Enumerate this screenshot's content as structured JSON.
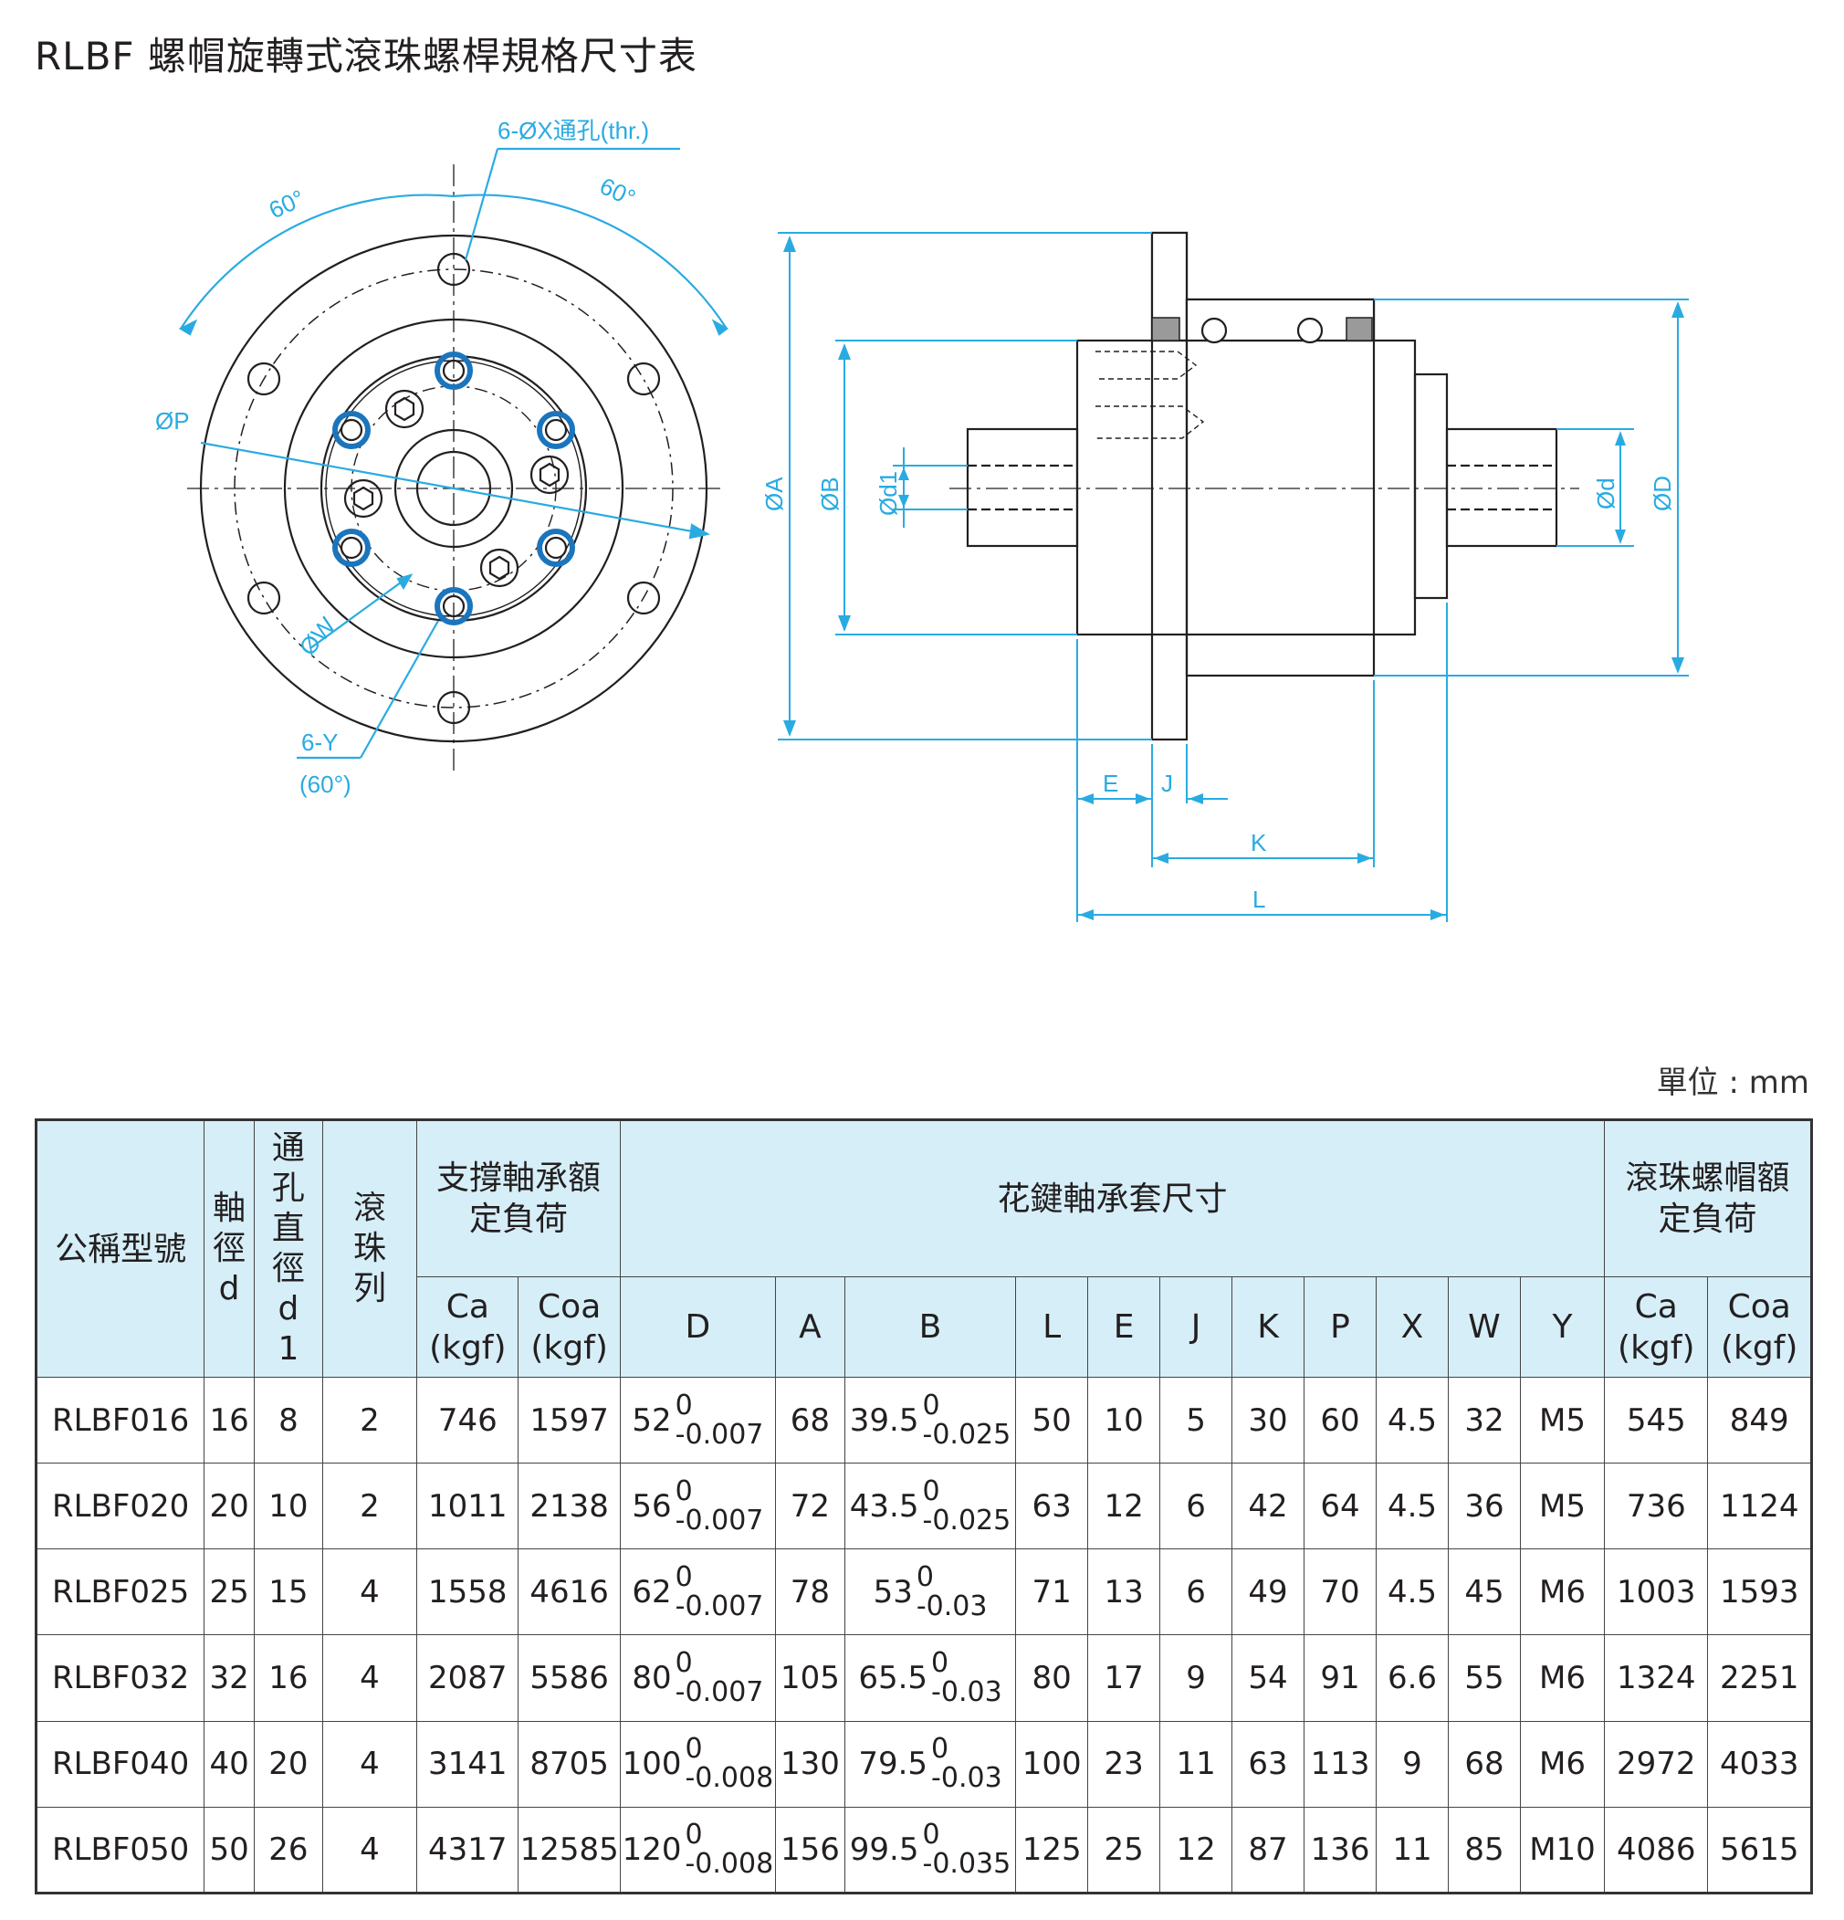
{
  "title": "RLBF 螺帽旋轉式滾珠螺桿規格尺寸表",
  "diagram": {
    "labels": {
      "hole": "6-ØX通孔(thr.)",
      "angle_left": "60°",
      "angle_right": "60°",
      "phi_p": "ØP",
      "phi_w": "ØW",
      "tap": "6-Y",
      "tap_angle": "(60°)",
      "phi_a": "ØA",
      "phi_b": "ØB",
      "phi_d1": "Ød1",
      "phi_d": "Ød",
      "phi_D": "ØD",
      "e": "E",
      "j": "J",
      "k": "K",
      "l": "L"
    },
    "colors": {
      "dimension": "#29abe2",
      "line": "#231f20",
      "seal": "#1b75bc"
    }
  },
  "unit": "單位 : mm",
  "table": {
    "headers": {
      "model": "公稱型號",
      "shaft_dia": "軸徑d",
      "hole_dia": "通孔直徑d1",
      "rows_label": "滾珠列",
      "support_load": "支撐軸承額定負荷",
      "spline_dims": "花鍵軸承套尺寸",
      "nut_load": "滾珠螺帽額定負荷",
      "ca": "Ca",
      "coa": "Coa",
      "kgf": "(kgf)",
      "D": "D",
      "A": "A",
      "B": "B",
      "L": "L",
      "E": "E",
      "J": "J",
      "K": "K",
      "P": "P",
      "X": "X",
      "W": "W",
      "Y": "Y"
    },
    "rows": [
      {
        "model": "RLBF016",
        "d": "16",
        "d1": "8",
        "balls": "2",
        "ca1": "746",
        "coa1": "1597",
        "D": "52",
        "Dtol_u": "0",
        "Dtol_l": "-0.007",
        "A": "68",
        "B": "39.5",
        "Btol_u": "0",
        "Btol_l": "-0.025",
        "L": "50",
        "E": "10",
        "J": "5",
        "K": "30",
        "P": "60",
        "X": "4.5",
        "W": "32",
        "Y": "M5",
        "ca2": "545",
        "coa2": "849"
      },
      {
        "model": "RLBF020",
        "d": "20",
        "d1": "10",
        "balls": "2",
        "ca1": "1011",
        "coa1": "2138",
        "D": "56",
        "Dtol_u": "0",
        "Dtol_l": "-0.007",
        "A": "72",
        "B": "43.5",
        "Btol_u": "0",
        "Btol_l": "-0.025",
        "L": "63",
        "E": "12",
        "J": "6",
        "K": "42",
        "P": "64",
        "X": "4.5",
        "W": "36",
        "Y": "M5",
        "ca2": "736",
        "coa2": "1124"
      },
      {
        "model": "RLBF025",
        "d": "25",
        "d1": "15",
        "balls": "4",
        "ca1": "1558",
        "coa1": "4616",
        "D": "62",
        "Dtol_u": "0",
        "Dtol_l": "-0.007",
        "A": "78",
        "B": "53",
        "Btol_u": "0",
        "Btol_l": "-0.03",
        "L": "71",
        "E": "13",
        "J": "6",
        "K": "49",
        "P": "70",
        "X": "4.5",
        "W": "45",
        "Y": "M6",
        "ca2": "1003",
        "coa2": "1593"
      },
      {
        "model": "RLBF032",
        "d": "32",
        "d1": "16",
        "balls": "4",
        "ca1": "2087",
        "coa1": "5586",
        "D": "80",
        "Dtol_u": "0",
        "Dtol_l": "-0.007",
        "A": "105",
        "B": "65.5",
        "Btol_u": "0",
        "Btol_l": "-0.03",
        "L": "80",
        "E": "17",
        "J": "9",
        "K": "54",
        "P": "91",
        "X": "6.6",
        "W": "55",
        "Y": "M6",
        "ca2": "1324",
        "coa2": "2251"
      },
      {
        "model": "RLBF040",
        "d": "40",
        "d1": "20",
        "balls": "4",
        "ca1": "3141",
        "coa1": "8705",
        "D": "100",
        "Dtol_u": "0",
        "Dtol_l": "-0.008",
        "A": "130",
        "B": "79.5",
        "Btol_u": "0",
        "Btol_l": "-0.03",
        "L": "100",
        "E": "23",
        "J": "11",
        "K": "63",
        "P": "113",
        "X": "9",
        "W": "68",
        "Y": "M6",
        "ca2": "2972",
        "coa2": "4033"
      },
      {
        "model": "RLBF050",
        "d": "50",
        "d1": "26",
        "balls": "4",
        "ca1": "4317",
        "coa1": "12585",
        "D": "120",
        "Dtol_u": "0",
        "Dtol_l": "-0.008",
        "A": "156",
        "B": "99.5",
        "Btol_u": "0",
        "Btol_l": "-0.035",
        "L": "125",
        "E": "25",
        "J": "12",
        "K": "87",
        "P": "136",
        "X": "11",
        "W": "85",
        "Y": "M10",
        "ca2": "4086",
        "coa2": "5615"
      }
    ]
  }
}
